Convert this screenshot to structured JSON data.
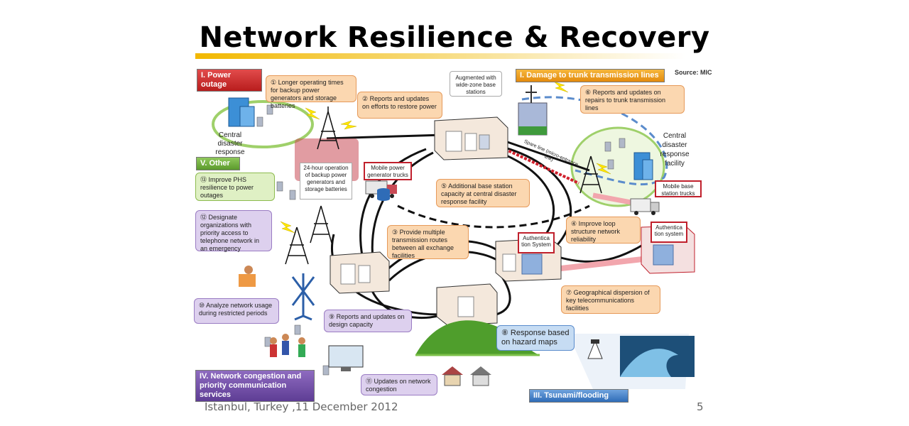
{
  "title": "Network Resilience & Recovery",
  "source": "Source: MIC",
  "footer": {
    "location_date": "Istanbul, Turkey ,11 December 2012",
    "page_number": "5"
  },
  "categories": {
    "power_outage": "I. Power outage",
    "trunk_damage": "I. Damage to trunk transmission lines",
    "other": "V. Other",
    "congestion": "IV. Network congestion and priority communication services",
    "tsunami": "III. Tsunami/flooding"
  },
  "callouts": {
    "c1": "① Longer operating times for backup power generators and storage batteries",
    "c2": "② Reports and updates on efforts to restore power",
    "c3": "③ Provide multiple transmission routes between all exchange facilities",
    "c4": "④ Improve loop structure network reliability",
    "c5": "⑤ Additional base station capacity at central disaster response facility",
    "c6": "⑥ Reports and updates on repairs to trunk transmission lines",
    "c7": "⑦ Geographical dispersion of key telecommunications facilities",
    "c8": "⑧ Response based on hazard maps",
    "c9": "⑨ Reports and updates on design capacity",
    "c10": "⑩ Analyze network usage during restricted periods",
    "c11": "⑪ Updates on network congestion",
    "c12": "⑫ Designate organizations with priority access to telephone network in an emergency",
    "c13": "⑬ Improve PHS resilience to power outages"
  },
  "labels": {
    "augmented": "Augmented with wide-zone base stations",
    "central_left": "Central disaster response",
    "central_right": "Central disaster response facility",
    "operation_24h": "24-hour operation of backup power generators and storage batteries",
    "mobile_power": "Mobile power generator trucks",
    "mobile_base": "Mobile base station trucks",
    "auth1": "Authentica tion System",
    "auth2": "Authentica tion system",
    "spare_line": "Spare line (micro-entrance link)"
  },
  "colors": {
    "title_bar": "#f2b800",
    "callout_orange": "#fbd7b0",
    "callout_purple": "#ddd0ee",
    "callout_green": "#dff0c4",
    "callout_blue": "#c6dcf3",
    "link_red": "#c0202c"
  }
}
